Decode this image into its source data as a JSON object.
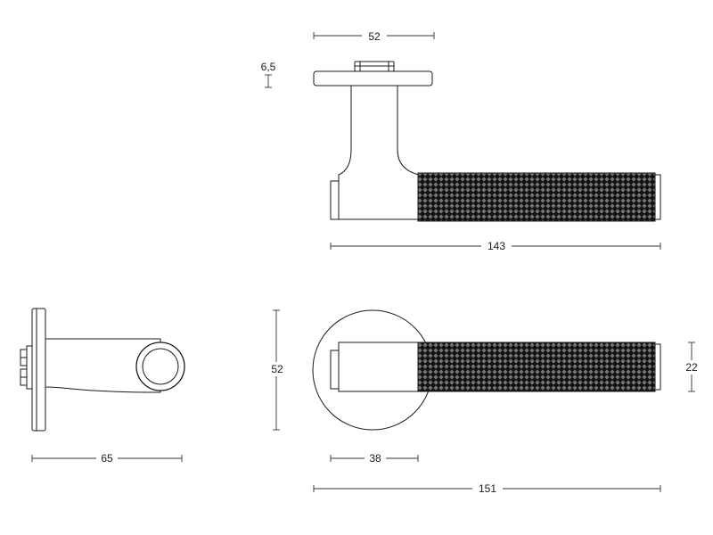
{
  "dimensions": {
    "rose_diameter_top": "52",
    "rose_thickness": "6,5",
    "lever_length_top": "143",
    "rose_diameter_front": "52",
    "lever_diameter": "22",
    "rose_to_grip": "38",
    "total_length": "151",
    "projection": "65"
  },
  "colors": {
    "line": "#1a1a1a",
    "knurl": "#111111",
    "background": "#ffffff"
  }
}
